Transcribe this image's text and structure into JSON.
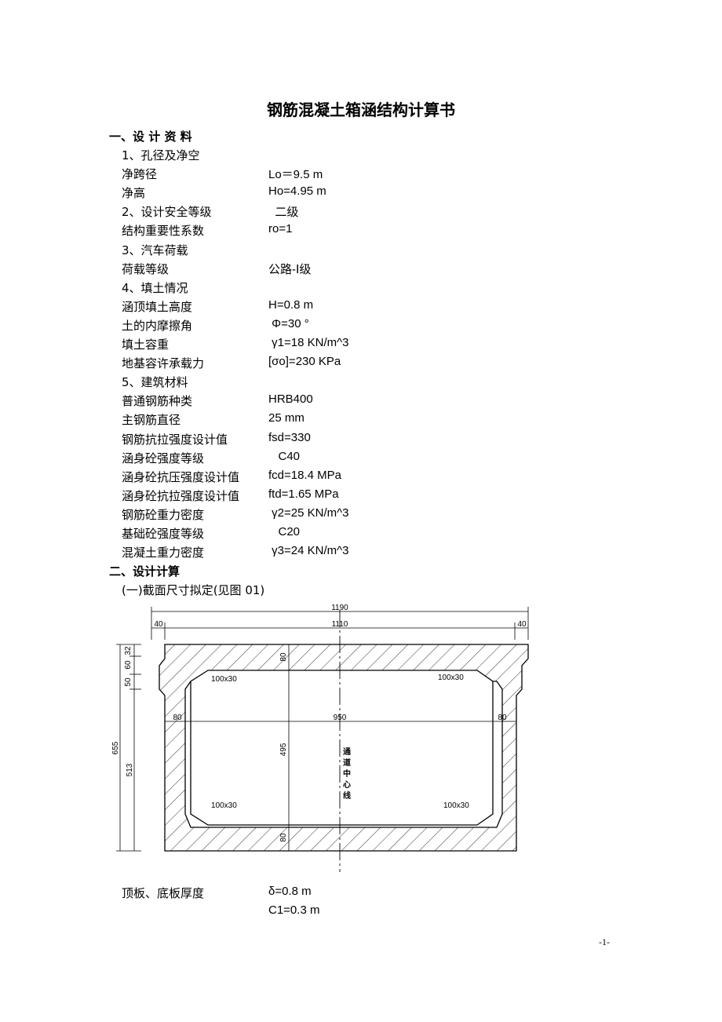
{
  "title": "钢筋混凝土箱涵结构计算书",
  "section1": "一、设 计 资 料",
  "items": [
    {
      "label": "1、孔径及净空",
      "value": ""
    },
    {
      "label": "净跨径",
      "value": "Lo＝9.5 m"
    },
    {
      "label": "净高",
      "value": "Ho=4.95 m"
    },
    {
      "label": "2、设计安全等级",
      "value": "  二级"
    },
    {
      "label": "结构重要性系数",
      "value": "ro=1"
    },
    {
      "label": "3、汽车荷载",
      "value": ""
    },
    {
      "label": "荷载等级",
      "value": "公路-Ⅰ级"
    },
    {
      "label": "4、填土情况",
      "value": ""
    },
    {
      "label": "涵顶填土高度",
      "value": "H=0.8 m"
    },
    {
      "label": "土的内摩擦角",
      "value": " Φ=30 °"
    },
    {
      "label": "填土容重",
      "value": " γ1=18 KN/m^3"
    },
    {
      "label": "地基容许承载力",
      "value": "[σo]=230 KPa"
    },
    {
      "label": "5、建筑材料",
      "value": ""
    },
    {
      "label": "普通钢筋种类",
      "value": "HRB400"
    },
    {
      "label": "主钢筋直径",
      "value": "25 mm"
    },
    {
      "label": "钢筋抗拉强度设计值",
      "value": "fsd=330"
    },
    {
      "label": "涵身砼强度等级",
      "value": "   C40"
    },
    {
      "label": "涵身砼抗压强度设计值",
      "value": "fcd=18.4 MPa"
    },
    {
      "label": "涵身砼抗拉强度设计值",
      "value": "ftd=1.65 MPa"
    },
    {
      "label": "钢筋砼重力密度",
      "value": " γ2=25 KN/m^3"
    },
    {
      "label": "基础砼强度等级",
      "value": "   C20"
    },
    {
      "label": "混凝土重力密度",
      "value": " γ3=24 KN/m^3"
    }
  ],
  "section2": "二、设计计算",
  "subsection": "(一)截面尺寸拟定(见图 01)",
  "drawing": {
    "dim_total_width": "1190",
    "dim_inner_width": "1110",
    "dim_edge_left": "40",
    "dim_edge_right": "40",
    "dim_top_32": "32",
    "dim_60": "60",
    "dim_50": "50",
    "dim_655": "655",
    "dim_513": "513",
    "dim_top_slab": "80",
    "dim_bottom_slab": "80",
    "dim_wall_left": "80",
    "dim_wall_right": "80",
    "dim_clear_span": "950",
    "dim_clear_height": "495",
    "haunch_tl": "100x30",
    "haunch_tr": "100x30",
    "haunch_bl": "100x30",
    "haunch_br": "100x30",
    "centerline_label": [
      "通",
      "道",
      "中",
      "心",
      "线"
    ]
  },
  "after_items": [
    {
      "label": "顶板、底板厚度",
      "value": "δ=0.8 m"
    },
    {
      "label": "",
      "value": "C1=0.3 m"
    }
  ],
  "page_number": "-1-"
}
